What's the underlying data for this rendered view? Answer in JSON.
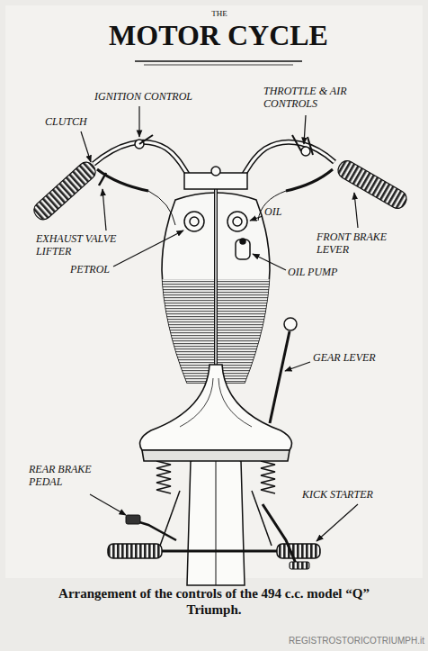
{
  "diagram": {
    "title": "MOTOR CYCLE",
    "caption": "Arrangement of the controls of the 494 c.c. model “Q” Triumph.",
    "labels": [
      "THE",
      "CLUTCH",
      "IGNITION CONTROL",
      "THROTTLE & AIR CONTROLS",
      "EXHAUST VALVE LIFTER",
      "FRONT BRAKE LEVER",
      "OIL",
      "PETROL",
      "OIL PUMP",
      "GEAR LEVER",
      "REAR BRAKE PEDAL",
      "KICK STARTER",
      "REGISTROSTORICOTRIUMPH.it"
    ]
  }
}
